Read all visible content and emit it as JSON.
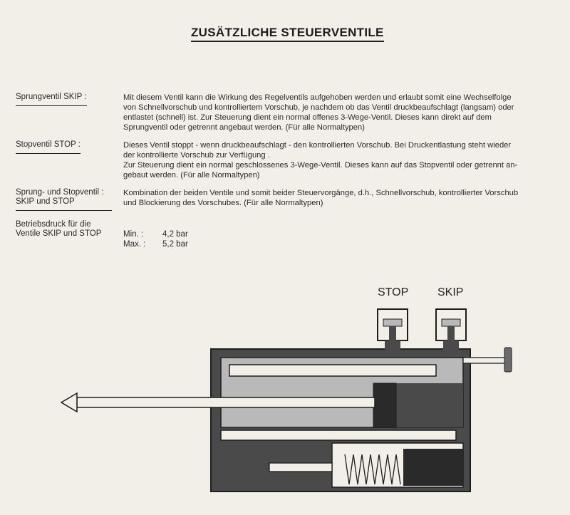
{
  "title": "ZUSÄTZLICHE STEUERVENTILE",
  "sections": [
    {
      "term": "Sprungventil SKIP :",
      "lines": [
        "Mit diesem Ventil kann die Wirkung des Regelventils aufgehoben werden und erlaubt somit eine Wechselfolge",
        "von Schnellvorschub und kontrolliertem Vorschub, je nachdem ob das Ventil druckbeaufschlagt (langsam) oder",
        "entlastet (schnell) ist. Zur Steuerung dient  ein normal offenes 3-Wege-Ventil. Dieses kann direkt auf dem",
        "Sprungventil  oder getrennt angebaut werden. (Für alle Normaltypen)"
      ]
    },
    {
      "term": "Stopventil STOP :",
      "lines": [
        "Dieses Ventil stoppt - wenn druckbeaufschlagt -  den kontrollierten Vorschub. Bei Druckentlastung steht wieder",
        "der kontrollierte Vorschub zur Verfügung .",
        "Zur Steuerung dient ein normal geschlossenes 3-Wege-Ventil. Dieses kann auf das Stopventil oder getrennt an-",
        "gebaut werden.  (Für alle Normaltypen)"
      ]
    },
    {
      "term_lines": [
        "Sprung- und Stopventil :",
        "SKIP und STOP"
      ],
      "lines": [
        "Kombination der beiden Ventile und somit beider Steuervorgänge, d.h., Schnellvorschub, kontrollierter Vorschub",
        "und Blockierung des Vorschubes. (Für alle Normaltypen)"
      ]
    }
  ],
  "pressure": {
    "term_lines": [
      "Betriebsdruck für die",
      "Ventile SKIP und STOP"
    ],
    "min_label": "Min. :",
    "min_value": "4,2  bar",
    "max_label": "Max. :",
    "max_value": "5,2  bar"
  },
  "diagram": {
    "label_stop": "STOP",
    "label_skip": "SKIP",
    "colors": {
      "body": "#4a4a4a",
      "chamber": "#b9b9b9",
      "line": "#1e1e1e",
      "paper": "#f2efe9"
    }
  }
}
